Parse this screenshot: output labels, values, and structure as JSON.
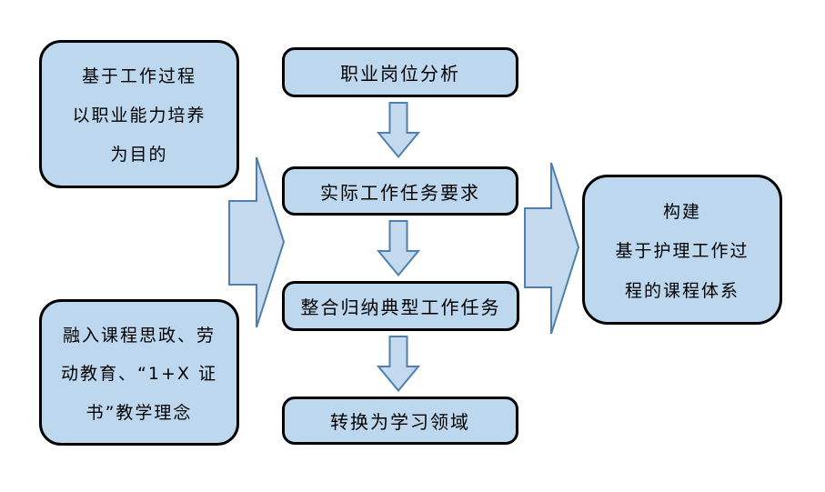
{
  "diagram": {
    "type": "flowchart",
    "description": "Curriculum construction process flowchart"
  },
  "colors": {
    "box_fill": "#bdd7ee",
    "box_border": "#000000",
    "arrow_fill": "#c4d9ee",
    "arrow_border": "#4e7fae",
    "text_color": "#000000",
    "bg": "#ffffff"
  },
  "left_boxes": [
    {
      "lines": [
        "基于工作过程",
        "以职业能力培养",
        "为目的"
      ]
    },
    {
      "lines": [
        "融入课程思政、劳",
        "动教育、“1+X 证",
        "书”教学理念"
      ]
    }
  ],
  "process_steps": [
    {
      "label": "职业岗位分析"
    },
    {
      "label": "实际工作任务要求"
    },
    {
      "label": "整合归纳典型工作任务"
    },
    {
      "label": "转换为学习领域"
    }
  ],
  "result_box": {
    "lines": [
      "构建",
      "基于护理工作过",
      "程的课程体系"
    ]
  },
  "icons": {
    "down_arrow": "down-arrow-icon",
    "right_arrow": "right-arrow-icon"
  }
}
